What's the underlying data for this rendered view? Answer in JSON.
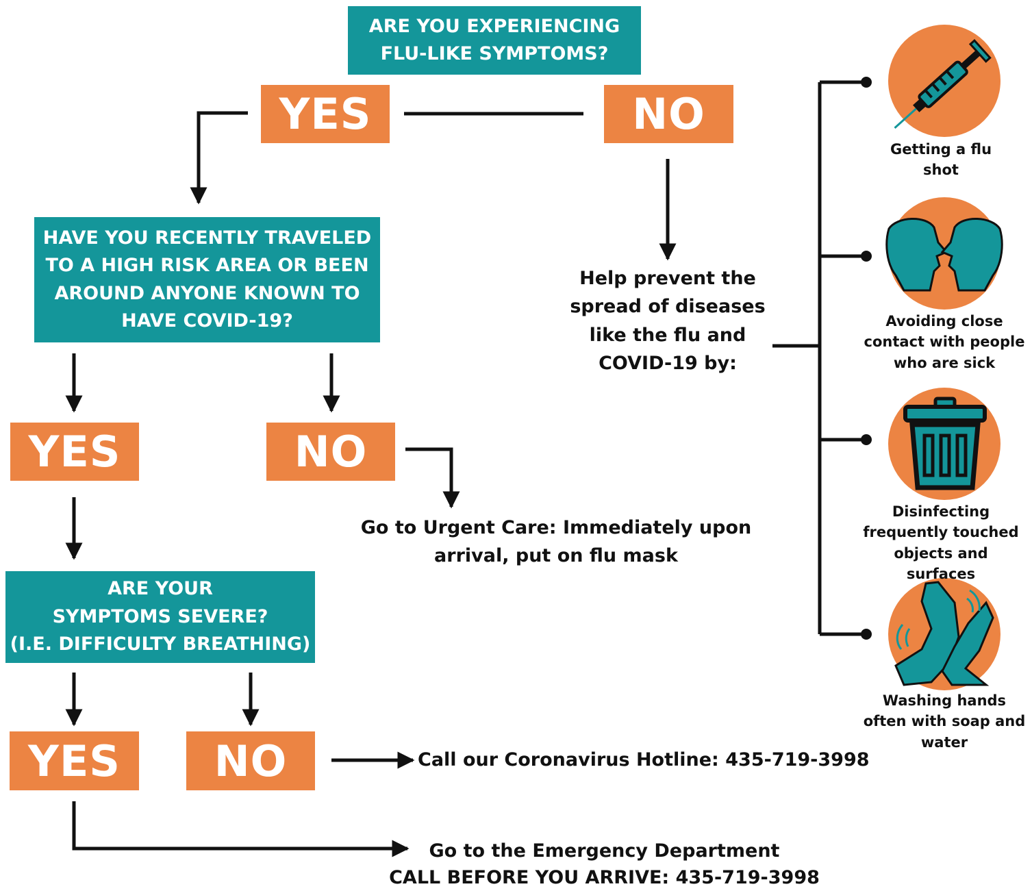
{
  "q1": "ARE YOU EXPERIENCING\nFLU-LIKE SYMPTOMS?",
  "q2": "HAVE YOU RECENTLY TRAVELED\nTO A HIGH RISK AREA OR BEEN\nAROUND ANYONE KNOWN TO\nHAVE COVID-19?",
  "q3": "ARE YOUR\nSYMPTOMS SEVERE?\n(I.E. DIFFICULTY BREATHING)",
  "yes": "YES",
  "no": "NO",
  "prevent_text": "Help prevent the\nspread of diseases\nlike the flu and\nCOVID-19 by:",
  "urgent_care": "Go to Urgent Care: Immediately upon\narrival, put on flu mask",
  "hotline": "Call our Coronavirus Hotline: 435-719-3998",
  "emergency": "Go to the Emergency Department\nCALL BEFORE YOU ARRIVE: 435-719-3998",
  "prevention_items": [
    {
      "label": "Getting a flu\nshot",
      "icon": "syringe-icon"
    },
    {
      "label": "Avoiding close\ncontact with people\nwho are sick",
      "icon": "faces-icon"
    },
    {
      "label": "Disinfecting\nfrequently touched\nobjects and surfaces",
      "icon": "trash-can-icon"
    },
    {
      "label": "Washing hands\noften with soap and\nwater",
      "icon": "washing-hands-icon"
    }
  ],
  "colors": {
    "teal": "#14969a",
    "orange": "#ec8443",
    "text": "#111111"
  }
}
